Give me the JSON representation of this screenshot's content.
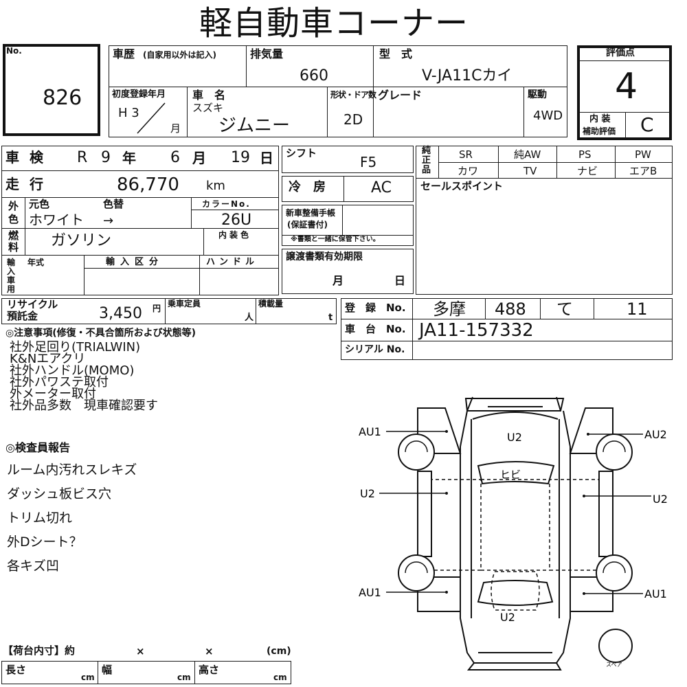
{
  "title": "軽自動車コーナー",
  "lot": {
    "label": "No.",
    "number": "826"
  },
  "history": {
    "label": "車歴",
    "note": "(自家用以外は記入)"
  },
  "displacement": {
    "label": "排気量",
    "value": "660"
  },
  "model": {
    "label": "型　式",
    "value": "V-JA11Cカイ"
  },
  "first_reg": {
    "label": "初度登録年月",
    "era": "H 3",
    "month_label": "月"
  },
  "car_name": {
    "label": "車　名",
    "maker": "スズキ",
    "name": "ジムニー"
  },
  "body": {
    "label": "形状・ドア数",
    "value": "2D"
  },
  "grade": {
    "label": "グレード"
  },
  "drive": {
    "label": "駆動",
    "value": "4WD"
  },
  "evaluation": {
    "label": "評価点",
    "score": "4",
    "interior_label_1": "内 装",
    "interior_label_2": "補助評価",
    "interior_value": "C"
  },
  "inspection": {
    "label": "車 検",
    "era": "R",
    "year": "9",
    "year_label": "年",
    "month": "6",
    "month_label": "月",
    "day": "19",
    "day_label": "日"
  },
  "mileage": {
    "label": "走 行",
    "value": "86,770",
    "unit": "km"
  },
  "exterior": {
    "label1": "外",
    "label2": "色",
    "orig_label": "元色",
    "change_label": "色替",
    "orig_value": "ホワイト",
    "arrow": "→",
    "color_no_label": "カラーNo.",
    "color_no": "26U",
    "interior_color_label": "内装色"
  },
  "fuel": {
    "label1": "燃",
    "label2": "料",
    "value": "ガソリン"
  },
  "import": {
    "label": "輸入車用",
    "year_label": "年式",
    "kubun_label": "輸入区分",
    "handle_label": "ハンドル"
  },
  "shift": {
    "label": "シフト",
    "value": "F5"
  },
  "ac": {
    "label": "冷　房",
    "value": "AC"
  },
  "maintenance": {
    "label1": "新車整備手帳",
    "label2": "(保証書付)",
    "note": "※書類と一緒に保管下さい。"
  },
  "transfer": {
    "label": "譲渡書類有効期限",
    "month_label": "月",
    "day_label": "日"
  },
  "genuine": {
    "label": "純正品",
    "items": [
      [
        "SR",
        "純AW",
        "PS",
        "PW"
      ],
      [
        "カワ",
        "TV",
        "ナビ",
        "エアB"
      ]
    ]
  },
  "sales_point": {
    "label": "セールスポイント"
  },
  "recycle": {
    "label1": "リサイクル",
    "label2": "預託金",
    "value": "3,450",
    "unit": "円"
  },
  "capacity": {
    "label": "乗車定員",
    "unit": "人"
  },
  "load": {
    "label": "積載量",
    "unit": "t"
  },
  "registration": {
    "label": "登　録　No.",
    "region": "多摩",
    "class": "488",
    "kana": "て",
    "number": "11"
  },
  "chassis": {
    "label": "車　台　No.",
    "value": "JA11-157332"
  },
  "serial": {
    "label": "シリアル No."
  },
  "notes": {
    "label": "◎注意事項(修復・不具合箇所および状態等)",
    "lines": [
      "社外足回り(TRIALWIN)",
      "K&Nエアクリ",
      "社外ハンドル(MOMO)",
      "社外パワステ取付",
      "外メーター取付",
      "社外品多数　現車確認要す"
    ]
  },
  "inspector": {
    "label": "◎検査員報告",
    "lines": [
      "ルーム内汚れスレキズ",
      "ダッシュ板ビス穴",
      "トリム切れ",
      "外Dシート？",
      "各キズ凹"
    ]
  },
  "diagram": {
    "labels": {
      "fl": "AU1",
      "fr": "AU2",
      "ml": "U2",
      "mr": "U2",
      "rl": "AU1",
      "rr": "AU1",
      "hood": "U2",
      "windshield": "ヒビ",
      "rear": "U2",
      "spare": "スペア"
    }
  },
  "cargo": {
    "label": "【荷台内寸】約",
    "x1": "×",
    "x2": "×",
    "unit": "(cm)",
    "length": "長さ",
    "width": "幅",
    "height": "高さ",
    "cm": "cm"
  }
}
